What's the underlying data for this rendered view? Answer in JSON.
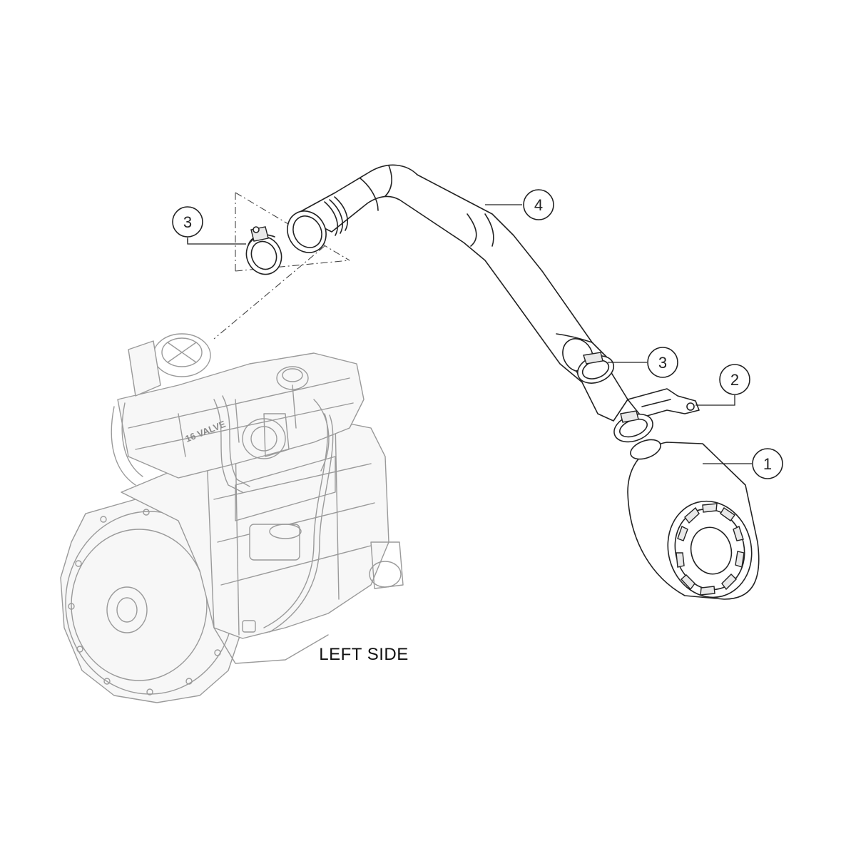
{
  "callouts": [
    {
      "id": "callout-1",
      "number": "1"
    },
    {
      "id": "callout-2",
      "number": "2"
    },
    {
      "id": "callout-3-upper",
      "number": "3"
    },
    {
      "id": "callout-3-lower",
      "number": "3"
    },
    {
      "id": "callout-4",
      "number": "4"
    }
  ],
  "caption": "LEFT SIDE",
  "engine_labels": {
    "valve_text": "16 VALVE"
  }
}
